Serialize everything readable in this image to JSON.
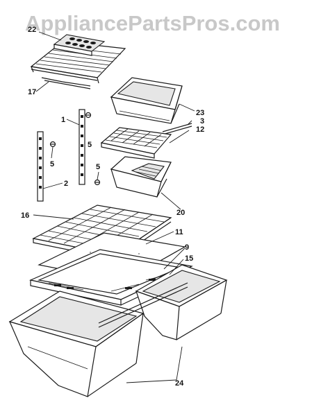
{
  "watermark": "AppliancePartsPros.com",
  "callouts": [
    {
      "id": "22",
      "text": "22"
    },
    {
      "id": "17",
      "text": "17"
    },
    {
      "id": "1",
      "text": "1"
    },
    {
      "id": "5a",
      "text": "5"
    },
    {
      "id": "5b",
      "text": "5"
    },
    {
      "id": "5c",
      "text": "5"
    },
    {
      "id": "2",
      "text": "2"
    },
    {
      "id": "23",
      "text": "23"
    },
    {
      "id": "3",
      "text": "3"
    },
    {
      "id": "12",
      "text": "12"
    },
    {
      "id": "20",
      "text": "20"
    },
    {
      "id": "16",
      "text": "16"
    },
    {
      "id": "11",
      "text": "11"
    },
    {
      "id": "9",
      "text": "9"
    },
    {
      "id": "15",
      "text": "15"
    },
    {
      "id": "24",
      "text": "24"
    }
  ]
}
